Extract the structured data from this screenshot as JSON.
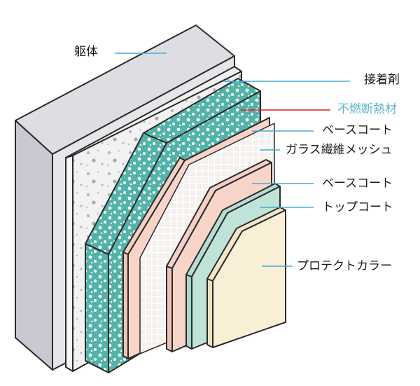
{
  "colors": {
    "outline": "#2a2a2a",
    "body_front": "#e6e6ea",
    "body_side": "#c9cad1",
    "adhesive": "#f4f4f4",
    "insulation": "#52b3a8",
    "base_coat": "#f6d5c8",
    "mesh": "#ffffff",
    "top_coat": "#bfe3d8",
    "protect_color": "#f8efd6",
    "leader_normal": "#4aa8d8",
    "leader_accent": "#e02020",
    "label_accent": "#5bb6c7"
  },
  "labels": {
    "body": "躯体",
    "adhesive": "接着剤",
    "insulation": "不燃断熱材",
    "base_coat_1": "ベースコート",
    "glass_mesh": "ガラス繊維メッシュ",
    "base_coat_2": "ベースコート",
    "top_coat": "トップコート",
    "protect_color": "プロテクトカラー"
  }
}
